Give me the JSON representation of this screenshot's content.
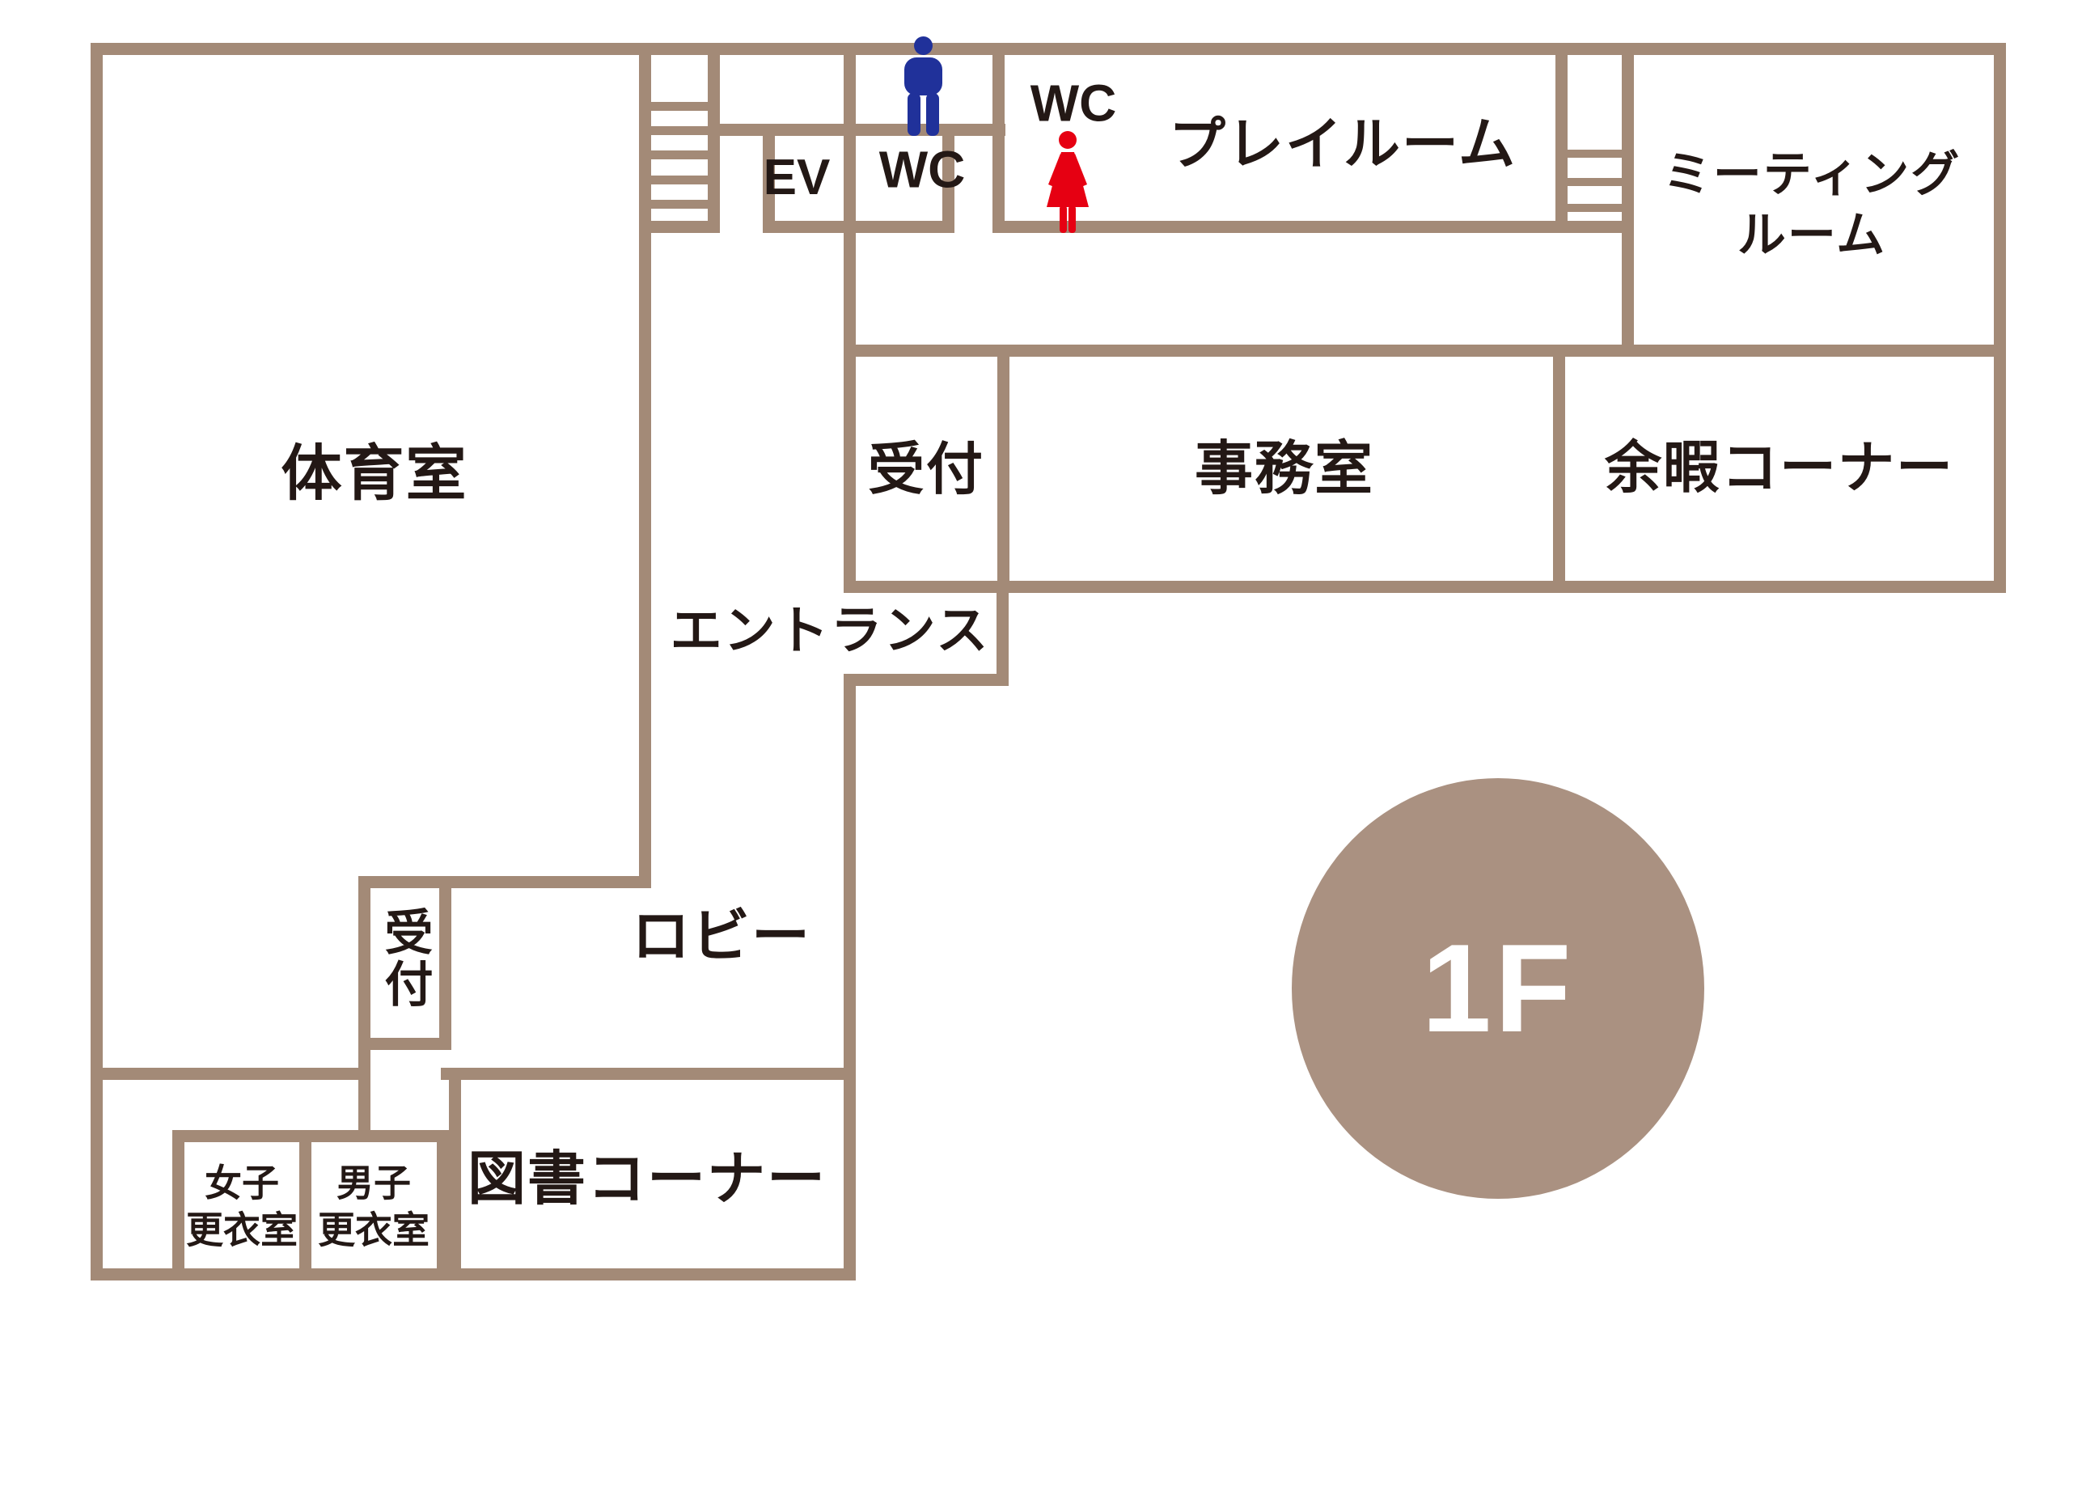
{
  "floor": {
    "badge": "1F"
  },
  "rooms": {
    "gym": {
      "label": "体育室"
    },
    "ev": {
      "label": "EV"
    },
    "wc_men": {
      "label": "WC"
    },
    "wc_women": {
      "label": "WC"
    },
    "playroom": {
      "label": "プレイルーム"
    },
    "meeting": {
      "line1": "ミーティング",
      "line2": "ルーム"
    },
    "reception_main": {
      "label": "受付"
    },
    "office": {
      "label": "事務室"
    },
    "leisure": {
      "label": "余暇コーナー"
    },
    "entrance": {
      "label": "エントランス"
    },
    "reception_lobby": {
      "label": "受付"
    },
    "lobby": {
      "label": "ロビー"
    },
    "library": {
      "label": "図書コーナー"
    },
    "women_locker": {
      "line1": "女子",
      "line2": "更衣室"
    },
    "men_locker": {
      "line1": "男子",
      "line2": "更衣室"
    }
  },
  "icons": {
    "male": "male-icon",
    "female": "female-icon"
  },
  "colors": {
    "wall": "#a38a77",
    "badge_circle": "#aa9181",
    "text": "#231815",
    "male_blue": "#20319a",
    "female_red": "#e60012"
  }
}
